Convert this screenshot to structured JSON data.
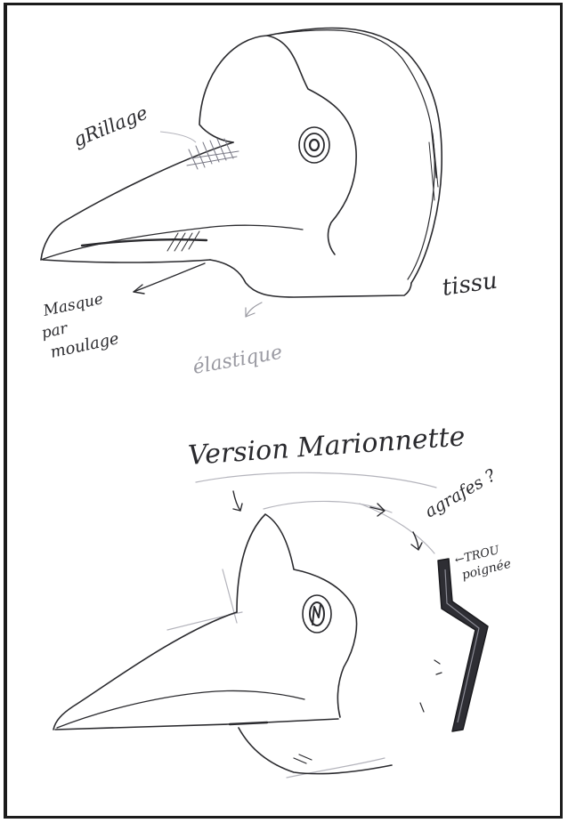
{
  "labels": {
    "grillage": "gRillage",
    "masque_line1": "Masque",
    "masque_line2": "par",
    "masque_line3": "moulage",
    "elastique": "élastique",
    "tissu": "tissu",
    "version_title": "Version Marionnette",
    "agrafes": "agrafes ?",
    "trou_line1": "←TROU",
    "trou_line2": "poignée"
  },
  "colors": {
    "ink": "#2a2a2e",
    "pencil": "#b4b4bc",
    "frame": "#1c1c1c"
  }
}
